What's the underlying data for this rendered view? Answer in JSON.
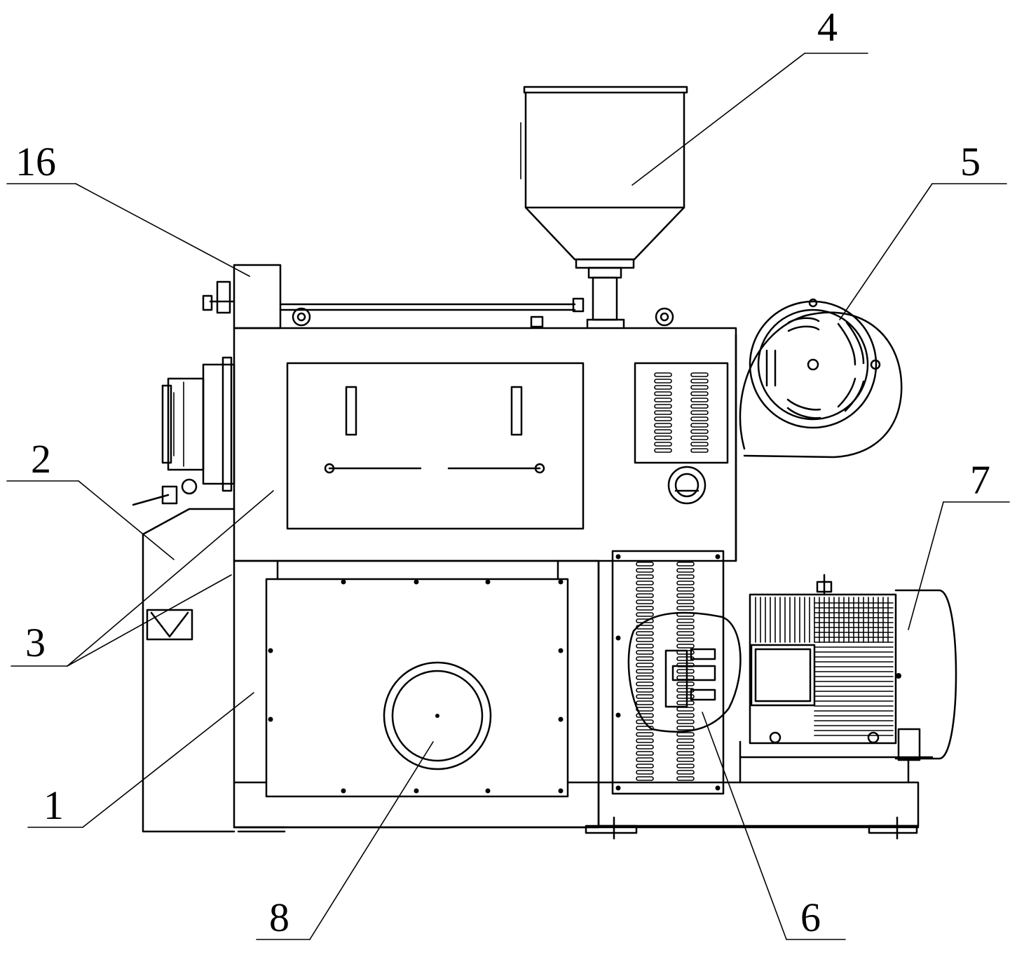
{
  "callouts": [
    {
      "id": "c1",
      "text": "1"
    },
    {
      "id": "c2",
      "text": "2"
    },
    {
      "id": "c3",
      "text": "3"
    },
    {
      "id": "c4",
      "text": "4"
    },
    {
      "id": "c5",
      "text": "5"
    },
    {
      "id": "c6",
      "text": "6"
    },
    {
      "id": "c7",
      "text": "7"
    },
    {
      "id": "c8",
      "text": "8"
    },
    {
      "id": "c16",
      "text": "16"
    }
  ],
  "colors": {
    "line": "#000000",
    "background": "#ffffff"
  }
}
